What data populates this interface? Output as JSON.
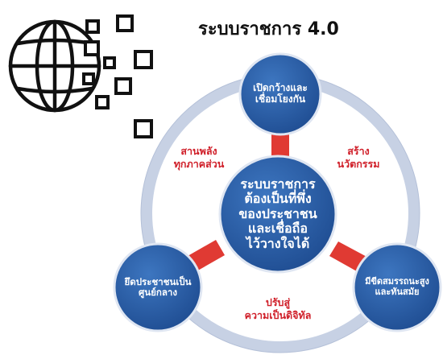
{
  "title": "ระบบราชการ 4.0",
  "center": {
    "text": "ระบบราชการ\nต้องเป็นที่พึ่ง\nของประชาชน\nและเชื่อถือ\nไว้วางใจได้"
  },
  "nodes": {
    "top": "เปิดกว้างและ\nเชื่อมโยงกัน",
    "left": "ยึดประชาชนเป็น\nศูนย์กลาง",
    "right": "มีขีดสมรรถนะสูง\nและทันสมัย"
  },
  "ring_labels": {
    "top_left": "สานพลัง\nทุกภาคส่วน",
    "top_right": "สร้าง\nนวัตกรรม",
    "bottom": "ปรับสู่\nความเป็นดิจิทัล"
  },
  "colors": {
    "node_blue": "#2a5fa6",
    "ring": "#c7d1e4",
    "connector": "#e03a33",
    "label_red": "#d0202a",
    "icon": "#111111"
  },
  "icon": "globe-data-icon"
}
